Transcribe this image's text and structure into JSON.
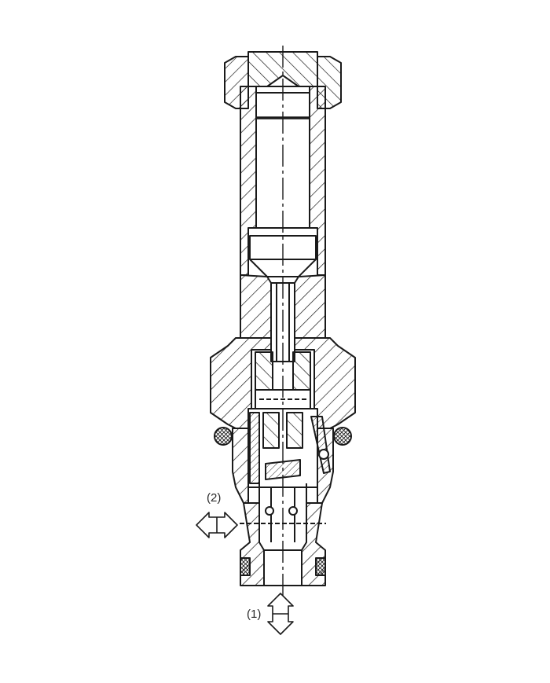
{
  "diagram": {
    "type": "cross-section",
    "subject": "hydraulic cartridge valve",
    "ports": [
      {
        "id": "port-2",
        "label": "(2)",
        "direction": "bidirectional-horizontal"
      },
      {
        "id": "port-1",
        "label": "(1)",
        "direction": "bidirectional-vertical"
      }
    ],
    "colors": {
      "line": "#1a1a1a",
      "background": "#ffffff",
      "hatch": "#1a1a1a"
    }
  }
}
